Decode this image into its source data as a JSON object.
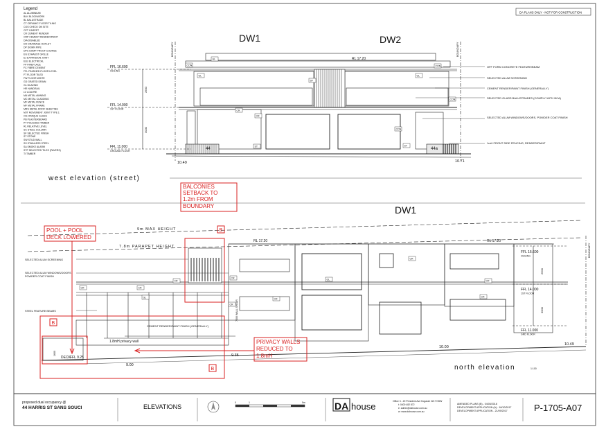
{
  "legend": {
    "title": "Legend",
    "items": [
      "AL  ALUMINIUM",
      "BLK  BLOCKWORK",
      "BL  BALUSTRADE",
      "CT  CERAMIC FLOOR TILING",
      "COS  CHECK ON SITE",
      "CPT  CARPET",
      "CR  CEMENT RENDER",
      "CRP  CEMENT RENDER/PAINT",
      "DIA  DISABLED",
      "DO  DRAINAGE OUTLET",
      "DP  DOWN PIPE",
      "DPC  DAMP PROOF COURSE",
      "EG  EXHAUST GRILLE",
      "EJ  EXPANSION JOINT",
      "ELE  ELECTRICAL",
      "FP  FIREPLACE",
      "FC  FIBRE CEMENT",
      "FFL  FINISHED FLOOR LEVEL",
      "FT  FLOOR TILED",
      "FW  FLOOR WHITE",
      "GD  GRATED DRAIN",
      "GL  GLAZING",
      "HR  HANDRAIL",
      "LV  LOUVRE",
      "MA  METAL AWNING",
      "MC  METAL CLADDING",
      "MF  METAL FENCE",
      "MF  METAL FRAME",
      "MRS  METAL ROOF SHEETING",
      "MJT  MOVEMENT JOINT TYPE 1",
      "OG  OPAQUE GLASS",
      "PB  PLASTERBOARD",
      "PT  POLISHED TIMBER",
      "RL  RELATIVE LEVEL",
      "SC  STEEL COLUMN",
      "SF  SELECTED FINISH",
      "ST  STONE",
      "SW  STUD WALL",
      "SS  STAINLESS STEEL",
      "SA  SMOKE ALARM",
      "STP  SELECTED TILES (PAVERS)",
      "TI  TIMBER"
    ]
  },
  "header_note": "DA PLANS ONLY - NOT FOR CONSTRUCTION",
  "west": {
    "label_dw1": "DW1",
    "label_dw2": "DW2",
    "title": "west elevation (street)",
    "boundary": "BOUNDARY",
    "levels": {
      "l1": "FFL 16.600",
      "l1_sub": "CEILING",
      "l2": "FFL 14.000",
      "l2_sub": "1ST FLOOR",
      "l3": "FFL 11.000",
      "l3_sub": "GROUND FLOOR"
    },
    "dims": {
      "upper": "2600",
      "lower": "3000"
    },
    "rl": "RL 17.20",
    "spot_left": "10.49",
    "spot_right": "10.71",
    "house_left": "44",
    "house_right": "44a",
    "tags": [
      "CON",
      "GL",
      "GL",
      "SF",
      "GL",
      "CON",
      "CON",
      "CR",
      "CR",
      "CON",
      "ST",
      "ST"
    ],
    "notes": [
      "OFF FORM CONCRETE FEATURE/BEAM",
      "SELECTED ALUM SCREENING",
      "CEMENT RENDER/PAINT FINISH (GENERALLY)",
      "SELECTED GLASS BALUSTRADES (COMPLY WITH BCA)",
      "SELECTED ALUM WINDOWS/DOORS, POWDER COAT FINISH",
      "1mH FRONT SIDE FENCING, RENDER/PAINT"
    ]
  },
  "north": {
    "label_dw1": "DW1",
    "title": "north elevation",
    "title_suffix": "1:100",
    "boundary": "BOUNDARY",
    "max_height": "9m MAX HEIGHT",
    "parapet_height": "7.8m PARAPET HEIGHT",
    "rl_left": "RL 17.20",
    "rl_right": "RL 17.20",
    "levels": {
      "l1": "FFL 16.600",
      "l1_sub": "CEILING",
      "l2": "FFL 14.000",
      "l2_sub": "1ST FLOOR",
      "l3": "FFL 11.000",
      "l3_sub": "GRD FLOOR"
    },
    "dims": {
      "upper": "2600",
      "lower": "3000"
    },
    "left_notes": [
      "SELECTED ALUM SCREENING",
      "SELECTED ALUM WINDOWS/DOORS",
      "POWDER COAT FINISH",
      "STEEL FEATURE BEAMS"
    ],
    "cement_note": "CEMENT RENDER/PAINT FINISH (GENERALLY)",
    "wall_label": "7500 WALL SHEAR",
    "privacy_wall": "1.8mH privacy wall",
    "deck": "DECK",
    "deck_ffl": "FFL 9.25",
    "deck_dim": "1600",
    "spot_9_00": "9.00",
    "spot_9_35": "9.35",
    "spot_10_00": "10.00",
    "spot_10_49": "10.49",
    "tags": [
      "CR",
      "CR",
      "GL",
      "CR",
      "CR",
      "CR",
      "CR",
      "GL",
      "CR",
      "CR",
      "CR"
    ]
  },
  "annotations": {
    "balconies": [
      "BALCONIES",
      "SETBACK TO",
      "1.2m FROM",
      "BOUNDARY"
    ],
    "pool": [
      "POOL + POOL",
      "DECK LOWERED"
    ],
    "privacy": [
      "PRIVACY WALLS",
      "REDUCED TO",
      "1.8mH"
    ],
    "b_tag": "B",
    "red": "#d92020"
  },
  "title_block": {
    "project_line1": "proposed dual occupancy @",
    "project_line2": "44 HARRIS ST SANS SOUCI",
    "sheet_title": "ELEVATIONS",
    "logo_main": "DA",
    "logo_house": "house",
    "office": [
      "Office 3 - 20 President Ave Kogarah 2217 NSW",
      "t: 0400 482 872",
      "e: admin@dahouse.com.au",
      "w: www.dahouse.com.au"
    ],
    "revisions": [
      "AMENDED PLANS (B) - 04/05/2018",
      "DEVELOPMENT APPLICATION (A) - 18/10/2017",
      "DEVELOPMENT APPLICATION - 21/09/2017"
    ],
    "drawing_no": "P-1705-A07",
    "scale_0": "0",
    "scale_1": "1",
    "scale_5": "5m"
  }
}
